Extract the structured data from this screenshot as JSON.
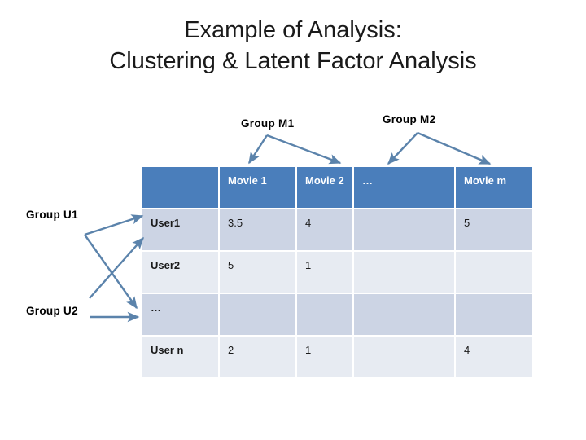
{
  "slide": {
    "title_line1": "Example of Analysis:",
    "title_line2": "Clustering & Latent Factor Analysis",
    "background_color": "#ffffff"
  },
  "annotations": {
    "group_m1": "Group M1",
    "group_m2": "Group M2",
    "group_u1": "Group  U1",
    "group_u2": "Group  U2",
    "arrow_color": "#5b83ab"
  },
  "table": {
    "header_color": "#4a7ebb",
    "row_dark_color": "#ccd4e4",
    "row_light_color": "#e7ebf2",
    "columns": [
      "",
      "Movie 1",
      "Movie 2",
      "…",
      "Movie m"
    ],
    "rows": [
      {
        "label": "User1",
        "shade": "dark",
        "cells": [
          "3.5",
          "4",
          "",
          "5"
        ]
      },
      {
        "label": "User2",
        "shade": "light",
        "cells": [
          "5",
          "1",
          "",
          ""
        ]
      },
      {
        "label": "…",
        "shade": "dark",
        "cells": [
          "",
          "",
          "",
          ""
        ]
      },
      {
        "label": "User n",
        "shade": "light",
        "cells": [
          "2",
          "1",
          "",
          "4"
        ]
      }
    ]
  }
}
